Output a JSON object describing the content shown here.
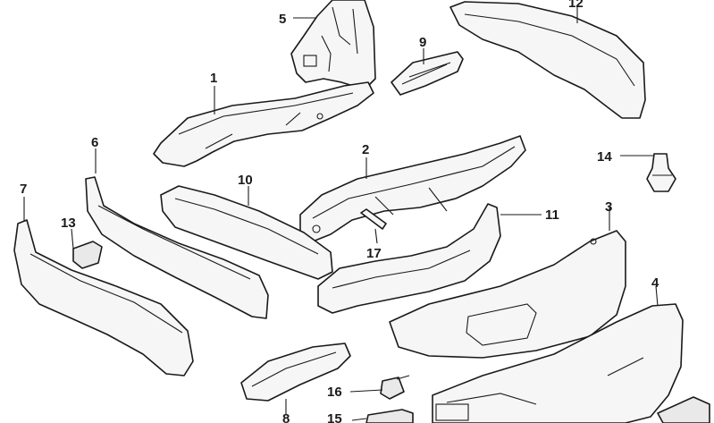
{
  "callouts": [
    {
      "id": "p1",
      "text": "1"
    },
    {
      "id": "p2",
      "text": "2"
    },
    {
      "id": "p3",
      "text": "3"
    },
    {
      "id": "p4",
      "text": "4"
    },
    {
      "id": "p5",
      "text": "5"
    },
    {
      "id": "p6",
      "text": "6"
    },
    {
      "id": "p7",
      "text": "7"
    },
    {
      "id": "p8",
      "text": "8"
    },
    {
      "id": "p9",
      "text": "9"
    },
    {
      "id": "p10",
      "text": "10"
    },
    {
      "id": "p11",
      "text": "11"
    },
    {
      "id": "p12",
      "text": "12"
    },
    {
      "id": "p13",
      "text": "13"
    },
    {
      "id": "p14",
      "text": "14"
    },
    {
      "id": "p15",
      "text": "15"
    },
    {
      "id": "p16",
      "text": "16"
    },
    {
      "id": "p17",
      "text": "17"
    }
  ]
}
